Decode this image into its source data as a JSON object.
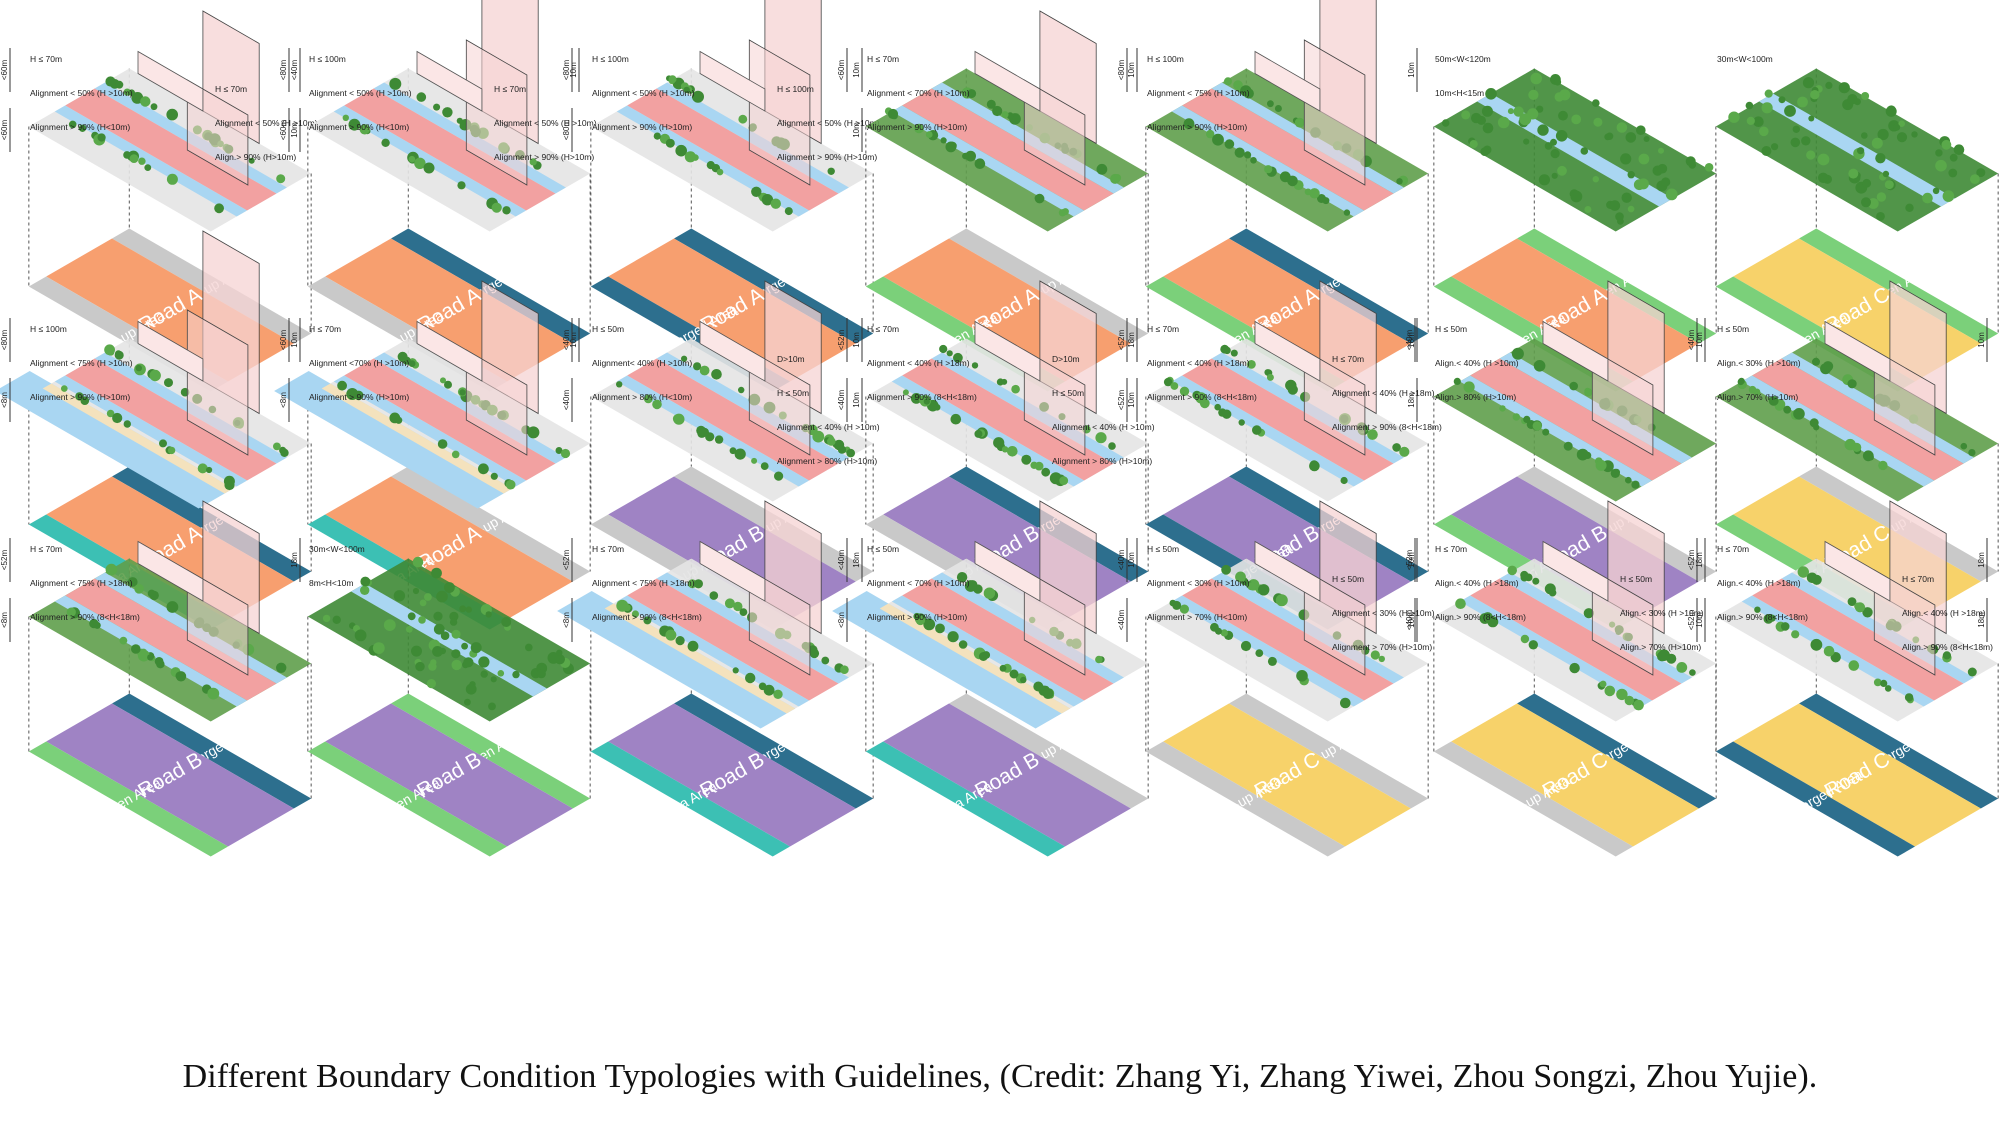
{
  "caption": "Different Boundary Condition Typologies with Guidelines, (Credit: Zhang Yi, Zhang Yiwei, Zhou Songzi, Zhou Yujie).",
  "colors": {
    "built_up": "#c9c9c9",
    "submerged": "#2d6f8e",
    "green": "#7bd07a",
    "sea": "#3cc0b4",
    "road_a": "#f79f6f",
    "road_b": "#9f83c4",
    "road_c": "#f7d26a",
    "facade": "#f6d3d3",
    "road_surface": "#f2a1a1",
    "water": "#a9d6f2",
    "tree": "#3e8a35",
    "beach": "#f4e2bd"
  },
  "diagrams": [
    {
      "top": "Built-up Area",
      "road": "Road A",
      "bottom": "Built-up Area",
      "road_type": "a",
      "scene": "buildings",
      "tall": false,
      "notes": [
        "H ≤ 70m",
        "Alignment < 50% (H >10m)",
        "Alignment > 90% (H<10m)",
        "H ≤ 70m",
        "Alignment < 50% (H >10m)",
        "Align.> 90% (H>10m)"
      ],
      "dims": [
        "<60m",
        "<40m",
        "<60m",
        "10m"
      ]
    },
    {
      "top": "Submerged Area",
      "road": "Road A",
      "bottom": "Built-up Area",
      "road_type": "a",
      "scene": "buildings",
      "tall": true,
      "notes": [
        "H ≤ 100m",
        "Alignment < 50% (H >10m)",
        "Alignment > 90% (H<10m)",
        "H ≤ 70m",
        "Alignment < 50% (H >10m)",
        "Alignment > 90% (H>10m)"
      ],
      "dims": [
        "<80m",
        "10m",
        "<60m"
      ]
    },
    {
      "top": "Submerged Area",
      "road": "Road A",
      "bottom": "Submerged Area",
      "road_type": "a",
      "scene": "buildings",
      "tall": true,
      "notes": [
        "H ≤ 100m",
        "Alignment < 50% (H >10m)",
        "Alignment > 90% (H>10m)",
        "H ≤ 100m",
        "Alignment < 50% (H >10m)",
        "Alignment > 90% (H>10m)"
      ],
      "dims": [
        "<80m",
        "10m",
        "<80m",
        "10m"
      ]
    },
    {
      "top": "Built-up Area",
      "road": "Road A",
      "bottom": "Green Area",
      "road_type": "a",
      "scene": "buildings-green",
      "tall": false,
      "notes": [
        "H ≤ 70m",
        "Alignment < 70% (H >10m)",
        "Alignment > 90% (H>10m)"
      ],
      "dims": [
        "<60m",
        "10m"
      ]
    },
    {
      "top": "Submerged Area",
      "road": "Road A",
      "bottom": "Green Area",
      "road_type": "a",
      "scene": "buildings-green",
      "tall": true,
      "notes": [
        "H ≤ 100m",
        "Alignment < 75% (H >10m)",
        "Alignment > 90% (H>10m)"
      ],
      "dims": [
        "<80m",
        "10m"
      ]
    },
    {
      "top": "Green Area",
      "road": "Road A",
      "bottom": "Green Area",
      "road_type": "a",
      "scene": "park",
      "tall": false,
      "notes": [
        "50m<W<120m",
        "10m<H<15m"
      ],
      "dims": []
    },
    {
      "top": "Green Area",
      "road": "Road C",
      "bottom": "Green Area",
      "road_type": "c",
      "scene": "park",
      "tall": false,
      "notes": [
        "30m<W<100m"
      ],
      "dims": []
    },
    {
      "top": "Submerged Area",
      "road": "Road A",
      "bottom": "Sea Area",
      "road_type": "a",
      "scene": "buildings-sea",
      "tall": true,
      "notes": [
        "H ≤ 100m",
        "Alignment < 75% (H >10m)",
        "Alignment > 90% (H>10m)"
      ],
      "dims": [
        "<80m",
        "10m",
        "<8m"
      ]
    },
    {
      "top": "Built-up Area",
      "road": "Road A",
      "bottom": "Sea Area",
      "road_type": "a",
      "scene": "buildings-sea",
      "tall": false,
      "notes": [
        "H ≤ 70m",
        "Alignment <70% (H >10m)",
        "Alignment > 90% (H>10m)"
      ],
      "dims": [
        "<60m",
        "10m",
        "<8m"
      ]
    },
    {
      "top": "Built-up Area",
      "road": "Road B",
      "bottom": "Built-up Area",
      "road_type": "b",
      "scene": "buildings",
      "tall": false,
      "notes": [
        "H ≤ 50m",
        "Alignment< 40% (H >10m)",
        "Alignment > 80% (H<10m)",
        "D>10m",
        "H ≤ 50m",
        "Alignment < 40% (H >10m)",
        "Alignment > 80% (H>10m)"
      ],
      "dims": [
        "<40m",
        "10m",
        "<40m",
        "10m"
      ]
    },
    {
      "top": "Submerged Area",
      "road": "Road B",
      "bottom": "Built-up Area",
      "road_type": "b",
      "scene": "buildings",
      "tall": false,
      "notes": [
        "H ≤ 70m",
        "Alignment < 40% (H >18m)",
        "Alignment > 90% (8<H<18m)",
        "D>10m",
        "H ≤ 50m",
        "Alignment < 40% (H >10m)",
        "Alignment > 80% (H>10m)"
      ],
      "dims": [
        "<52m",
        "18m",
        "<40m",
        "10m"
      ]
    },
    {
      "top": "Submerged Area",
      "road": "Road B",
      "bottom": "Submerged Area",
      "road_type": "b",
      "scene": "buildings",
      "tall": false,
      "notes": [
        "H ≤ 70m",
        "Alignment < 40% (H >18m)",
        "Alignment > 90% (8<H<18m)",
        "H ≤ 70m",
        "Alignment < 40% (H >18m)",
        "Alignment > 90% (8<H<18m)"
      ],
      "dims": [
        "<52m",
        "18m",
        "<52m",
        "18m"
      ]
    },
    {
      "top": "Built-up Area",
      "road": "Road B",
      "bottom": "Green Area",
      "road_type": "b",
      "scene": "buildings-green",
      "tall": false,
      "notes": [
        "H ≤ 50m",
        "Align.< 40% (H >10m)",
        "Align.> 80% (H>10m)"
      ],
      "dims": [
        "<40m",
        "10m"
      ]
    },
    {
      "top": "Built-up Area",
      "road": "Road C",
      "bottom": "Green Area",
      "road_type": "c",
      "scene": "buildings-green",
      "tall": false,
      "notes": [
        "H ≤ 50m",
        "Align.< 30% (H >10m)",
        "Align.> 70% (H>10m)"
      ],
      "dims": [
        "<40m",
        "10m"
      ]
    },
    {
      "top": "Submerged Area",
      "road": "Road B",
      "bottom": "Green Area",
      "road_type": "b",
      "scene": "buildings-green",
      "tall": false,
      "notes": [
        "H ≤ 70m",
        "Alignment < 75% (H >18m)",
        "Alignment > 90% (8<H<18m)"
      ],
      "dims": [
        "<52m",
        "18m",
        "<8m"
      ]
    },
    {
      "top": "Green Area",
      "road": "Road B",
      "bottom": "Green Area",
      "road_type": "b",
      "scene": "park",
      "tall": false,
      "notes": [
        "30m<W<100m",
        "8m<H<10m"
      ],
      "dims": []
    },
    {
      "top": "Submerged Area",
      "road": "Road B",
      "bottom": "Sea Area",
      "road_type": "b",
      "scene": "buildings-sea",
      "tall": false,
      "notes": [
        "H ≤ 70m",
        "Alignment < 75% (H >18m)",
        "Alignment > 90% (8<H<18m)"
      ],
      "dims": [
        "<52m",
        "18m",
        "<8m"
      ]
    },
    {
      "top": "Built-up Area",
      "road": "Road B",
      "bottom": "Sea Area",
      "road_type": "b",
      "scene": "buildings-sea",
      "tall": false,
      "notes": [
        "H ≤ 50m",
        "Alignment < 70% (H >10m)",
        "Alignment > 90% (H>10m)"
      ],
      "dims": [
        "<40m",
        "10m",
        "<8m"
      ]
    },
    {
      "top": "Built-up Area",
      "road": "Road C",
      "bottom": "Built-up Area",
      "road_type": "c",
      "scene": "buildings",
      "tall": false,
      "notes": [
        "H ≤ 50m",
        "Alignment < 30% (H >10m)",
        "Alignment > 70% (H<10m)",
        "H ≤ 50m",
        "Alignment < 30% (H >10m)",
        "Alignment > 70% (H>10m)"
      ],
      "dims": [
        "<40m",
        "10m",
        "<40m",
        "10m"
      ]
    },
    {
      "top": "Submerged Area",
      "road": "Road C",
      "bottom": "Built-up Area",
      "road_type": "c",
      "scene": "buildings",
      "tall": false,
      "notes": [
        "H ≤ 70m",
        "Align.< 40% (H >18m)",
        "Align.> 90% (8<H<18m)",
        "H ≤ 50m",
        "Align.< 30% (H >10m)",
        "Align.> 70% (H>10m)"
      ],
      "dims": [
        "<52m",
        "18m",
        "<40m",
        "10m"
      ]
    },
    {
      "top": "Submerged Area",
      "road": "Road C",
      "bottom": "Submerged Area",
      "road_type": "c",
      "scene": "buildings",
      "tall": false,
      "notes": [
        "H ≤ 70m",
        "Align.< 40% (H >18m)",
        "Align.> 90% (8<H<18m)",
        "H ≤ 70m",
        "Align.< 40% (H >18m)",
        "Align.> 90% (8<H<18m)"
      ],
      "dims": [
        "<52m",
        "18m",
        "<52m",
        "18m"
      ]
    }
  ]
}
